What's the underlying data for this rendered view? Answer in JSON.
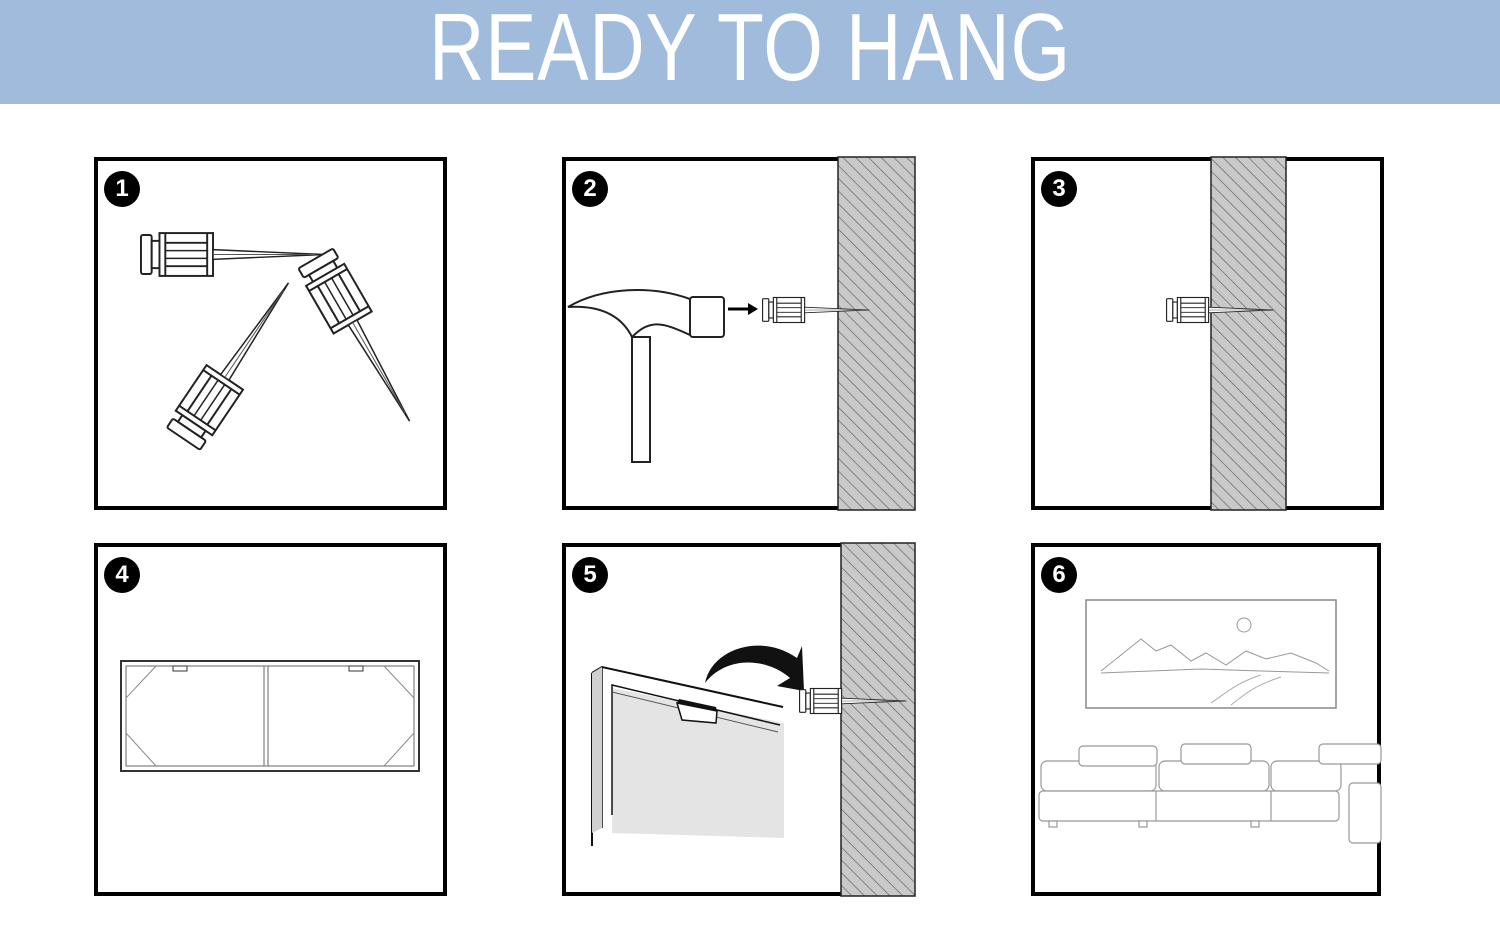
{
  "header": {
    "title": "READY TO HANG",
    "background": "#a0bbdb"
  },
  "steps": [
    {
      "number": "1"
    },
    {
      "number": "2"
    },
    {
      "number": "3"
    },
    {
      "number": "4"
    },
    {
      "number": "5"
    },
    {
      "number": "6"
    }
  ]
}
